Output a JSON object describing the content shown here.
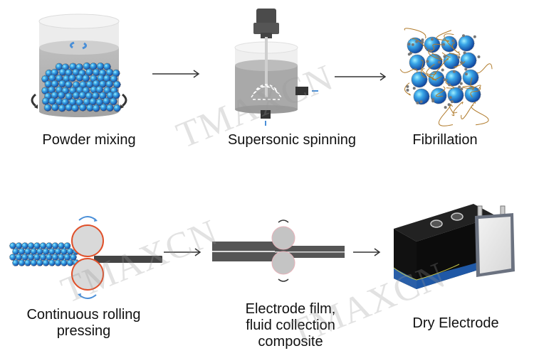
{
  "diagram": {
    "title": "Dry electrode manufacturing process",
    "steps": [
      {
        "id": "powder-mixing",
        "label": "Powder mixing"
      },
      {
        "id": "supersonic-spinning",
        "label": "Supersonic spinning"
      },
      {
        "id": "fibrillation",
        "label": "Fibrillation"
      },
      {
        "id": "continuous-rolling-pressing",
        "label_lines": [
          "Continuous rolling",
          "pressing"
        ]
      },
      {
        "id": "electrode-film-composite",
        "label_lines": [
          "Electrode film,",
          "fluid collection",
          "composite"
        ]
      },
      {
        "id": "dry-electrode",
        "label": "Dry Electrode"
      }
    ],
    "flow": [
      [
        "powder-mixing",
        "supersonic-spinning"
      ],
      [
        "supersonic-spinning",
        "fibrillation"
      ],
      [
        "continuous-rolling-pressing",
        "electrode-film-composite"
      ],
      [
        "electrode-film-composite",
        "dry-electrode"
      ]
    ],
    "watermarks": [
      "TMAXCN",
      "TMAXCN",
      "TMAXCN"
    ],
    "colors": {
      "particle_blue": "#1e74d0",
      "particle_highlight": "#6fd6f5",
      "roller_outline": "#e0502a",
      "roller_fill": "#d9d9d9",
      "rotation_arrow": "#4a8fd8",
      "fiber": "#b07a2a",
      "film_dark": "#4a4a4a",
      "arrow": "#333333"
    }
  }
}
